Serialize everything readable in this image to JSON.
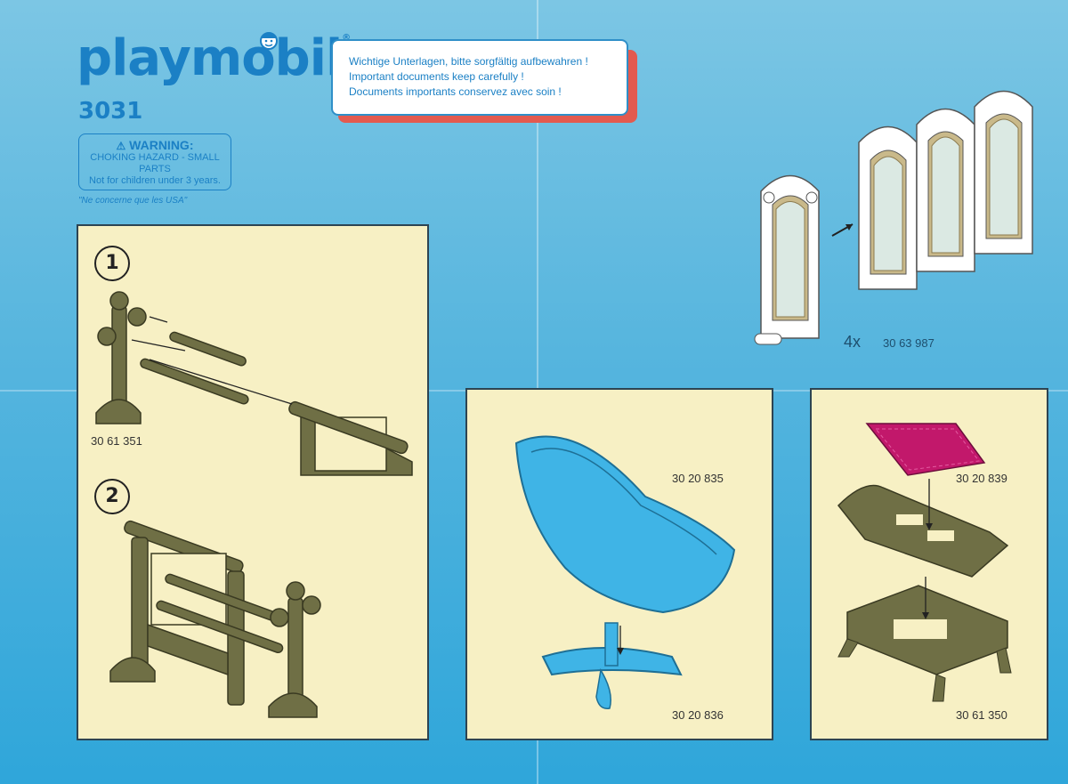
{
  "brand": {
    "name": "playmobil",
    "registered": "®"
  },
  "model_number": "3031",
  "warning": {
    "title": "WARNING:",
    "line1": "CHOKING HAZARD - SMALL PARTS",
    "line2": "Not for children under 3 years.",
    "usa_note": "\"Ne concerne que les USA\""
  },
  "notice": {
    "de": "Wichtige Unterlagen, bitte sorgfältig aufbewahren !",
    "en": "Important documents keep carefully !",
    "fr": "Documents importants conservez avec soin !"
  },
  "screen": {
    "quantity": "4x",
    "part": "30 63 987"
  },
  "steps": [
    {
      "number": "1",
      "part": "30 61 351"
    },
    {
      "number": "2"
    }
  ],
  "tub": {
    "part_tub": "30 20 835",
    "part_stand": "30 20 836"
  },
  "bed": {
    "part_cushion": "30 20 839",
    "part_frame": "30 61 350"
  },
  "colors": {
    "background": "#56b5de",
    "brand_blue": "#1b80c5",
    "panel": "#f7f0c4",
    "rack_olive": "#6f6f45",
    "tub_blue": "#3fb4e6",
    "cushion_magenta": "#c2186b",
    "notice_shadow": "#e35a4f"
  }
}
